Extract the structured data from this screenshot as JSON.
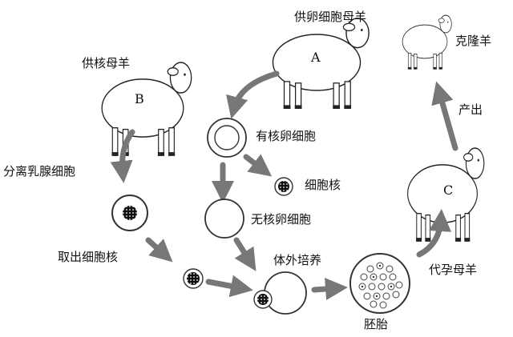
{
  "labels": {
    "donor_nucleus_sheep": "供核母羊",
    "isolate_mammary_cells": "分离乳腺细胞",
    "extract_nucleus": "取出细胞核",
    "egg_donor_sheep": "供卵细胞母羊",
    "nucleated_egg": "有核卵细胞",
    "nucleus": "细胞核",
    "enucleated_egg": "无核卵细胞",
    "in_vitro_culture": "体外培养",
    "embryo": "胚胎",
    "clone_sheep": "克隆羊",
    "born": "产出",
    "surrogate_sheep": "代孕母羊"
  },
  "sheep_letters": {
    "a": "A",
    "b": "B",
    "c": "C"
  }
}
